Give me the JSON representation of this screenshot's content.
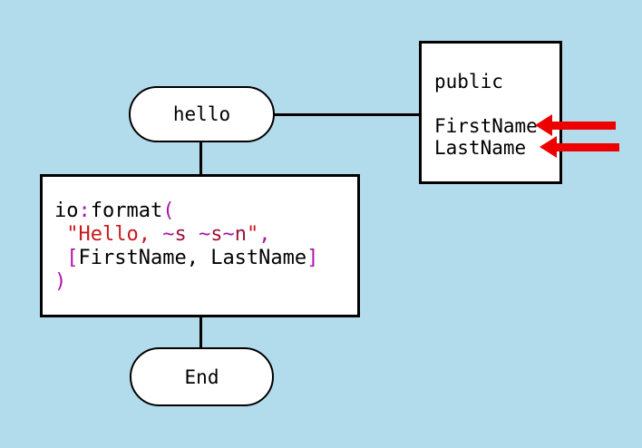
{
  "colors": {
    "background": "#b2dcec",
    "node_fill": "#ffffff",
    "stroke": "#000000",
    "arrow": "#ee0000"
  },
  "syntax_colors": {
    "plain": "#000000",
    "punct": "#ac13ac",
    "string": "#c8191c",
    "escape": "#a01338"
  },
  "flowchart": {
    "start_node": {
      "label": "hello"
    },
    "params_box": {
      "visibility": "public",
      "params": [
        "FirstName",
        "LastName"
      ]
    },
    "code_box": {
      "lines": [
        [
          [
            "io",
            "plain"
          ],
          [
            ":",
            "punct"
          ],
          [
            "format",
            "plain"
          ],
          [
            "(",
            "punct"
          ]
        ],
        [
          [
            " ",
            "plain"
          ],
          [
            "\"Hello, ",
            "string"
          ],
          [
            "~",
            "punct"
          ],
          [
            "s",
            "escape"
          ],
          [
            " ",
            "string"
          ],
          [
            "~",
            "punct"
          ],
          [
            "s",
            "escape"
          ],
          [
            "~",
            "punct"
          ],
          [
            "n",
            "escape"
          ],
          [
            "\"",
            "string"
          ],
          [
            ",",
            "punct"
          ]
        ],
        [
          [
            " ",
            "plain"
          ],
          [
            "[",
            "punct"
          ],
          [
            "FirstName, LastName",
            "plain"
          ],
          [
            "]",
            "punct"
          ]
        ],
        [
          [
            ")",
            "punct"
          ]
        ]
      ]
    },
    "end_node": {
      "label": "End"
    }
  },
  "annotations": {
    "arrow_targets": [
      "FirstName",
      "LastName"
    ]
  }
}
